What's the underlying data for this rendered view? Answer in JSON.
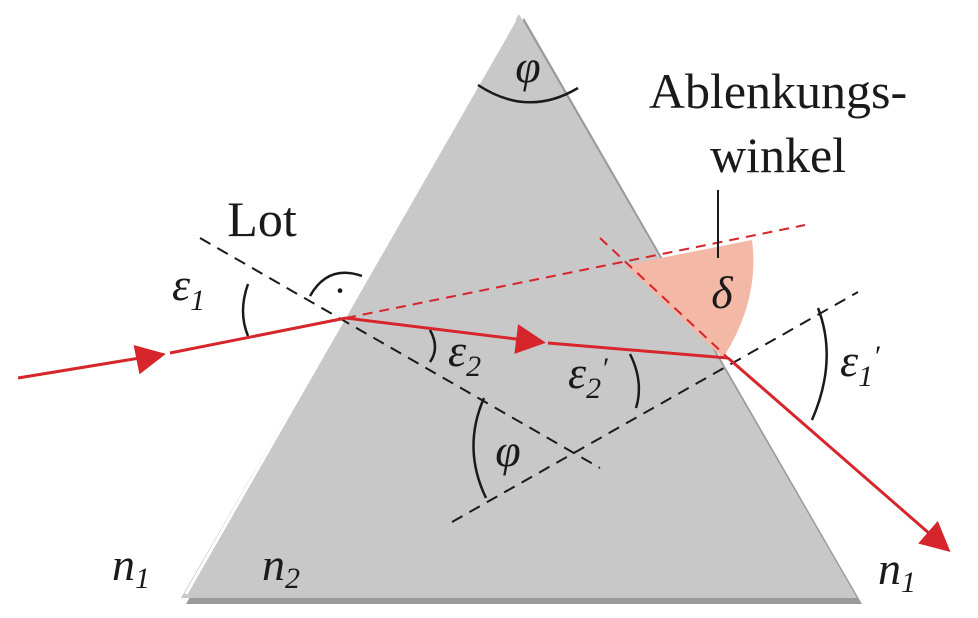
{
  "labels": {
    "apex_angle": "φ",
    "deviation_title_line1": "Ablenkungs-",
    "deviation_title_line2": "winkel",
    "deviation_symbol": "δ",
    "normal_label": "Lot",
    "right_angle_dot": "·",
    "epsilon": "ε",
    "sub_1": "1",
    "sub_2": "2",
    "prime": "′",
    "inner_phi": "φ",
    "n_letter": "n",
    "n1_left_sub": "1",
    "n2_sub": "2",
    "n1_right_sub": "1"
  },
  "colors": {
    "prism_fill": "#c8c8c8",
    "ray": "#d6262c",
    "deviation_fill": "#f4b8a6",
    "construction": "#1a1a1a"
  }
}
